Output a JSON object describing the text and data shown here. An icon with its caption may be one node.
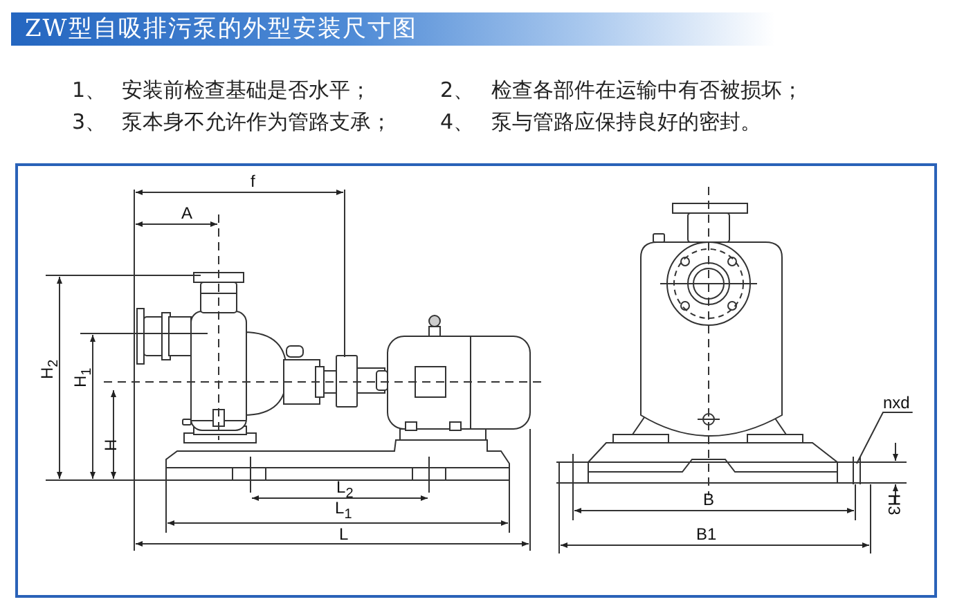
{
  "diagram": {
    "title": "ZW型自吸排污泵的外型安装尺寸图",
    "nodes": [
      {
        "text": [
          "nxd"
        ]
      },
      {
        "text": [],
        "shape": "box"
      }
    ],
    "edges": [
      {
        "from": 0,
        "to": 1,
        "arrow": "none"
      }
    ],
    "labels": [
      "1、",
      "安装前检查基础是否水平；",
      "2、",
      "检查各部件在运输中有否被损坏；",
      "3、",
      "泵本身不允许作为管路支承；",
      "4、",
      "泵与管路应保持良好的密封。",
      "f",
      "A",
      "H$_{2}$",
      "H$_{1}$",
      "H",
      "L$_{2}$",
      "L$_{1}$",
      "L",
      "B",
      "H3",
      "B1"
    ]
  }
}
